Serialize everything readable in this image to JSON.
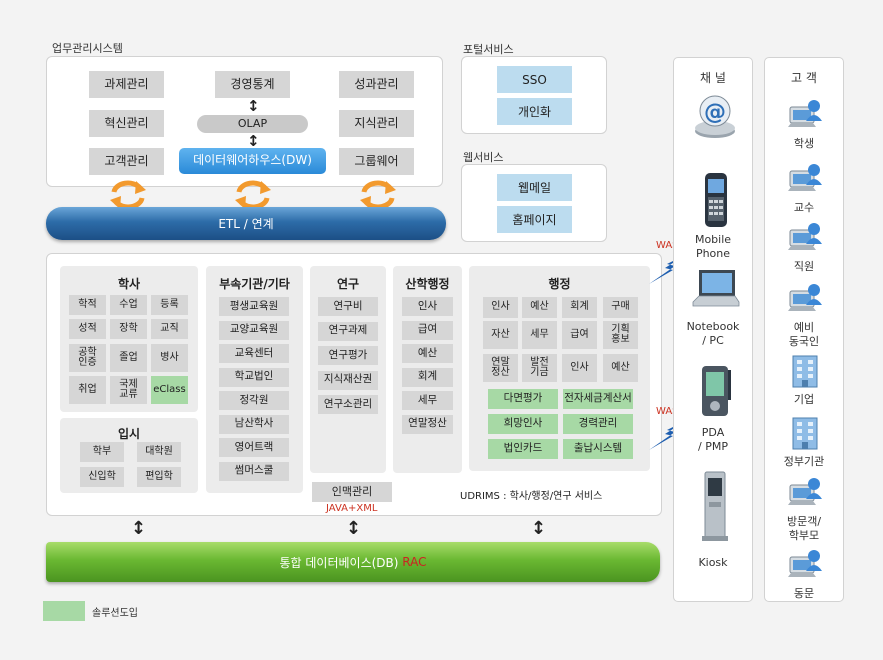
{
  "erp": {
    "title": "업무관리시스템",
    "left": [
      "과제관리",
      "혁신관리",
      "고객관리"
    ],
    "center_top": "경영통계",
    "olap": "OLAP",
    "dw": "데이터웨어하우스(DW)",
    "right": [
      "성과관리",
      "지식관리",
      "그룹웨어"
    ]
  },
  "portal": {
    "title": "포털서비스",
    "items": [
      "SSO",
      "개인화"
    ]
  },
  "web": {
    "title": "웹서비스",
    "items": [
      "웹메일",
      "홈페이지"
    ]
  },
  "etl": "ETL / 연계",
  "haksa": {
    "title": "학사",
    "grid": [
      "학적",
      "수업",
      "등록",
      "성적",
      "장학",
      "교직",
      "공학\n인증",
      "졸업",
      "병사",
      "취업",
      "국제\n교류",
      "eClass"
    ]
  },
  "ipsi": {
    "title": "입시",
    "items": [
      "학부",
      "대학원",
      "신입학",
      "편입학"
    ]
  },
  "busok": {
    "title": "부속기관/기타",
    "items": [
      "평생교육원",
      "교양교육원",
      "교육센터",
      "학교법인",
      "정각원",
      "남산학사",
      "영어트랙",
      "썸머스쿨"
    ]
  },
  "research": {
    "title": "연구",
    "items": [
      "연구비",
      "연구과제",
      "연구평가",
      "지식재산권",
      "연구소관리"
    ]
  },
  "industry": {
    "title": "산학행정",
    "items": [
      "인사",
      "급여",
      "예산",
      "회계",
      "세무",
      "연말정산"
    ]
  },
  "admin": {
    "title": "행정",
    "grid": [
      "인사",
      "예산",
      "회계",
      "구매",
      "자산",
      "세무",
      "급여",
      "기획\n홍보",
      "연말\n정산",
      "발전\n기금",
      "인사",
      "예산"
    ],
    "solutions": [
      "다면평가",
      "전자세금계산서",
      "희망인사",
      "경력관리",
      "법인카드",
      "출납시스템"
    ]
  },
  "inmaek": "인맥관리",
  "java": "JAVA+XML",
  "udrims": "UDRIMS : 학사/행정/연구 서비스",
  "db": {
    "label": "통합 데이터베이스(DB)",
    "rac": "RAC"
  },
  "was": [
    "WAS",
    "WAS"
  ],
  "channel": {
    "title": "채 널",
    "items": [
      {
        "icon": "internet-icon",
        "label": ""
      },
      {
        "icon": "mobile-phone-icon",
        "label": "Mobile\nPhone"
      },
      {
        "icon": "notebook-icon",
        "label": "Notebook\n/ PC"
      },
      {
        "icon": "pda-icon",
        "label": "PDA\n/ PMP"
      },
      {
        "icon": "kiosk-icon",
        "label": "Kiosk"
      }
    ]
  },
  "customer": {
    "title": "고 객",
    "items": [
      {
        "icon": "person-computer-icon",
        "label": "학생"
      },
      {
        "icon": "person-computer-icon",
        "label": "교수"
      },
      {
        "icon": "person-computer-icon",
        "label": "직원"
      },
      {
        "icon": "person-computer-icon",
        "label": "예비\n동국인"
      },
      {
        "icon": "building-icon",
        "label": "기업"
      },
      {
        "icon": "building-icon",
        "label": "정부기관"
      },
      {
        "icon": "person-computer-icon",
        "label": "방문객/\n학부모"
      },
      {
        "icon": "person-computer-icon",
        "label": "동문"
      }
    ]
  },
  "legend": {
    "label": "솔루션도입",
    "color": "#a7d9a5"
  },
  "colors": {
    "blue_bar": "#2d6ca8",
    "green_bar": "#5fa32a",
    "solution": "#a7d9a5",
    "rac": "#cc2222"
  }
}
